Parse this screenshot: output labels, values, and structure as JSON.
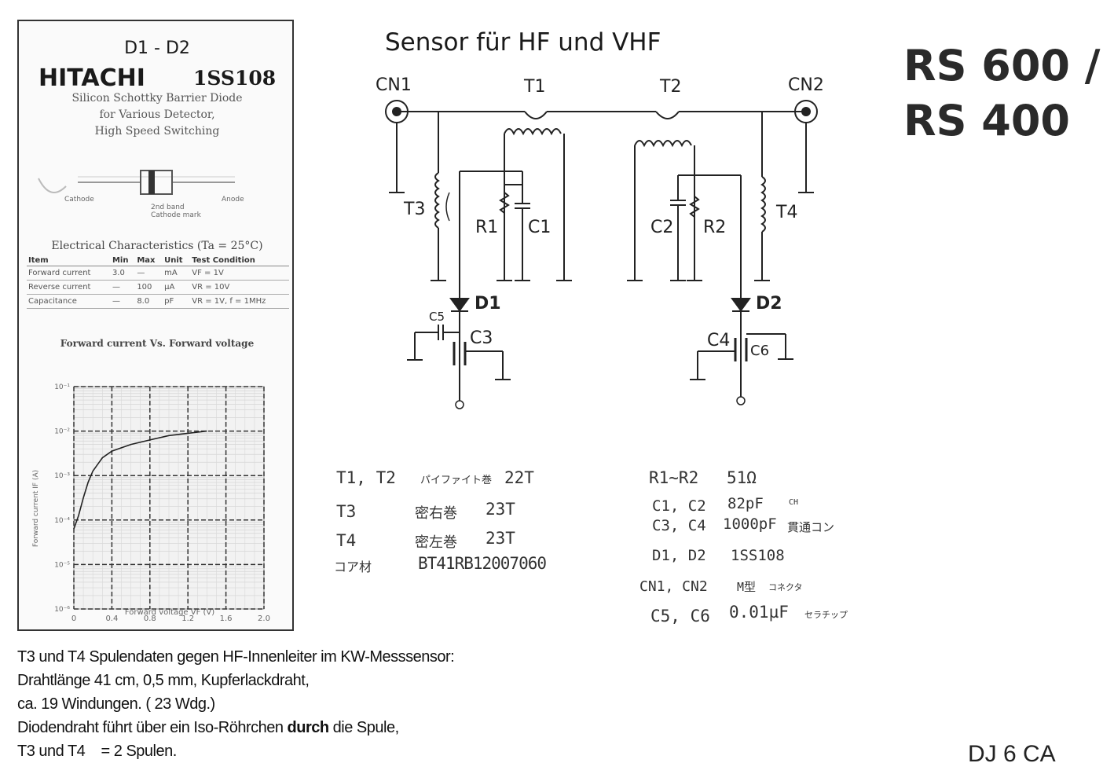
{
  "datasheet": {
    "title": "D1 - D2",
    "brand": "HITACHI",
    "part": "1SS108",
    "desc": [
      "Silicon Schottky Barrier Diode",
      "for Various Detector,",
      "High Speed Switching"
    ],
    "labels": {
      "cathode": "Cathode",
      "band": "2nd band",
      "band2": "Cathode mark",
      "anode": "Anode"
    },
    "ec_title": "Electrical Characteristics (Ta = 25°C)",
    "ec_headers": [
      "Item",
      "Min",
      "Max",
      "Unit",
      "Test Condition"
    ],
    "ec_rows": [
      [
        "Forward current",
        "3.0",
        "—",
        "mA",
        "VF = 1V"
      ],
      [
        "Reverse current",
        "—",
        "100",
        "µA",
        "VR = 10V"
      ],
      [
        "Capacitance",
        "—",
        "8.0",
        "pF",
        "VR = 1V, f = 1MHz"
      ]
    ],
    "graph": {
      "title": "Forward current Vs. Forward voltage",
      "ylabel": "Forward current IF (A)",
      "xlabel": "Forward voltage VF (V)",
      "y_ticks": [
        "10⁻¹",
        "10⁻²",
        "10⁻³",
        "10⁻⁴",
        "10⁻⁵",
        "10⁻⁶"
      ],
      "x_ticks": [
        "0",
        "0.4",
        "0.8",
        "1.2",
        "1.6",
        "2.0"
      ]
    }
  },
  "schematic": {
    "title": "Sensor für HF und VHF",
    "labels": {
      "cn1": "CN1",
      "cn2": "CN2",
      "t1": "T1",
      "t2": "T2",
      "t3": "T3",
      "t4": "T4",
      "r1": "R1",
      "c1": "C1",
      "c2": "C2",
      "r2": "R2",
      "d1": "D1",
      "d2": "D2",
      "c5": "C5",
      "c3": "C3",
      "c4": "C4",
      "c6": "C6"
    }
  },
  "heading": {
    "line1": "RS 600 /",
    "line2": "RS 400"
  },
  "parts_left": [
    {
      "name": "T1, T2",
      "jp": "パイファイト巻",
      "val": "22T"
    },
    {
      "name": "T3",
      "jp": "密右巻",
      "val": "23T"
    },
    {
      "name": "T4",
      "jp": "密左巻",
      "val": "23T"
    },
    {
      "name": "コア材",
      "jp": "",
      "val": "BT41RB12007060"
    }
  ],
  "parts_right": [
    {
      "name": "R1~R2",
      "val": "51Ω",
      "jp": ""
    },
    {
      "name": "C1, C2",
      "val": "82pF",
      "jp": "CH"
    },
    {
      "name": "C3, C4",
      "val": "1000pF",
      "jp": "貫通コン"
    },
    {
      "name": "D1, D2",
      "val": "1SS108",
      "jp": ""
    },
    {
      "name": "CN1, CN2",
      "val": "M型",
      "jp": "コネクタ"
    },
    {
      "name": "C5, C6",
      "val": "0.01µF",
      "jp": "セラチップ"
    }
  ],
  "notes": [
    "T3 und T4  Spulendaten gegen HF-Innenleiter im KW-Messsensor:",
    "Drahtlänge 41 cm, 0,5 mm, Kupferlackdraht,",
    "ca. 19 Windungen. ( 23 Wdg.)",
    "Diodendraht führt über ein Iso-Röhrchen ",
    "durch",
    " die Spule,",
    "T3 und T4    = 2 Spulen."
  ],
  "signature": "DJ 6 CA",
  "chart_data": {
    "type": "line",
    "title": "Forward current Vs. Forward voltage",
    "xlabel": "Forward voltage VF (V)",
    "ylabel": "Forward current IF (A)",
    "xlim": [
      0,
      2.0
    ],
    "ylim_log10": [
      -6,
      -1
    ],
    "y_scale": "log",
    "grid": true,
    "series": [
      {
        "x": [
          0.0,
          0.05,
          0.1,
          0.15,
          0.2,
          0.3,
          0.4,
          0.6,
          0.8,
          1.0,
          1.2,
          1.4
        ],
        "log10_y": [
          -4.2,
          -3.9,
          -3.5,
          -3.15,
          -2.9,
          -2.6,
          -2.45,
          -2.3,
          -2.2,
          -2.1,
          -2.05,
          -2.0
        ]
      }
    ]
  }
}
